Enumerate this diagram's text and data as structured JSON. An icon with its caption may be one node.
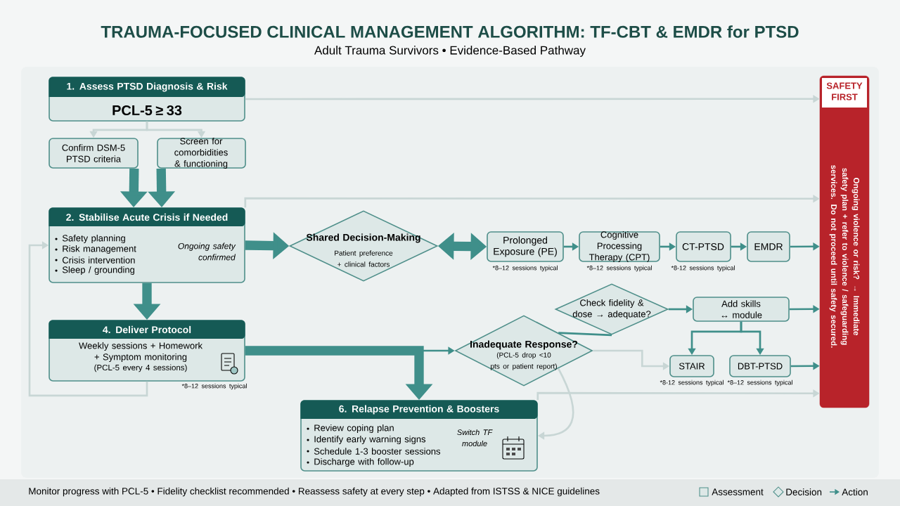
{
  "diagram": {
    "title": "TRAUMA-FOCUSED CLINICAL MANAGEMENT ALGORITHM: TF-CBT & EMDR for PTSD",
    "nodes": [
      {
        "text": [
          "1. Assess PTSD Diagnosis & Risk",
          "PCL-5 ≥ 33"
        ]
      },
      {
        "text": [
          "Confirm DSM-5 PTSD criteria"
        ]
      },
      {
        "text": [
          "Screen for comorbidities & functioning"
        ]
      },
      {
        "text": [
          "2. Stabilise Acute Crisis if Needed",
          "Safety planning",
          "Risk management",
          "Crisis intervention",
          "Sleep / grounding",
          "Ongoing safety confirmed"
        ]
      },
      {
        "text": [
          "Shared Decision-Making",
          "Patient preference + clinical factors"
        ]
      },
      {
        "text": [
          "Prolonged Exposure (PE)"
        ],
        "beside": [
          "*8–12 sessions typical"
        ]
      },
      {
        "text": [
          "Cognitive Processing Therapy (CPT)"
        ],
        "beside": [
          "*8–12 sessions typical"
        ]
      },
      {
        "text": [
          "CT-PTSD"
        ],
        "beside": [
          "*8-12 sessions typical"
        ]
      },
      {
        "text": [
          "EMDR"
        ]
      },
      {
        "text": [
          "4. Deliver Protocol",
          "Weekly sessions + Homework + Symptom monitoring",
          "(PCL-5 every 4 sessions)"
        ],
        "beside": [
          "*8–12 sessions typical"
        ]
      },
      {
        "text": [
          "Inadequate Response?",
          "(PCL-5 drop <10 pts or patient report)"
        ]
      },
      {
        "text": [
          "Check fidelity & dose → adequate?"
        ]
      },
      {
        "text": [
          "Add skills ↔ module"
        ]
      },
      {
        "text": [
          "STAIR"
        ],
        "beside": [
          "*8-12 sessions typical"
        ]
      },
      {
        "text": [
          "DBT-PTSD"
        ],
        "beside": [
          "*8–12 sessions typical"
        ]
      },
      {
        "text": [
          "6. Relapse Prevention & Boosters",
          "Review coping plan",
          "Identify early warning signs",
          "Schedule 1-3 booster sessions",
          "Discharge with follow-up",
          "Switch TF module"
        ]
      },
      {
        "text": [
          "SAFETY FIRST",
          "Ongoing violence or risk? → Immediate safety plan + refer to violence / safeguarding services. Do not proceed until safety secured."
        ]
      }
    ],
    "edges": [
      {
        "from": 0,
        "to": 16,
        "arrow": "to",
        "color": "#c8d6d5"
      },
      {
        "from": 0,
        "to": 1,
        "arrow": "to",
        "color": "#c8d6d5"
      },
      {
        "from": 0,
        "to": 2,
        "arrow": "to",
        "color": "#c8d6d5"
      },
      {
        "from": 1,
        "to": 3,
        "arrow": "to",
        "style": "thick"
      },
      {
        "from": 2,
        "to": 3,
        "arrow": "to",
        "style": "thick"
      },
      {
        "from": 3,
        "to": 16,
        "arrow": "to",
        "color": "#c8d6d5"
      },
      {
        "from": 3,
        "to": 4,
        "arrow": "to",
        "style": "thick"
      },
      {
        "from": 4,
        "to": 5,
        "arrow": "both",
        "style": "thick"
      },
      {
        "from": 5,
        "to": 6,
        "arrow": "to"
      },
      {
        "from": 6,
        "to": 7,
        "arrow": "to"
      },
      {
        "from": 7,
        "to": 8,
        "arrow": "to"
      },
      {
        "from": 8,
        "to": 16,
        "arrow": "to"
      },
      {
        "from": 3,
        "to": 9,
        "arrow": "to",
        "style": "thick"
      },
      {
        "from": 9,
        "to": 10,
        "arrow": "to"
      },
      {
        "from": 9,
        "to": 15,
        "arrow": "to",
        "style": "thick"
      },
      {
        "from": 10,
        "to": 11,
        "arrow": "none"
      },
      {
        "from": 11,
        "to": 12,
        "arrow": "to"
      },
      {
        "from": 12,
        "to": 16,
        "arrow": "to"
      },
      {
        "from": 12,
        "to": 13,
        "arrow": "to"
      },
      {
        "from": 12,
        "to": 14,
        "arrow": "to"
      },
      {
        "from": 10,
        "to": 13,
        "arrow": "to",
        "color": "#c8d6d5"
      },
      {
        "from": 14,
        "to": 16,
        "arrow": "to"
      },
      {
        "from": 15,
        "to": 16,
        "arrow": "to",
        "color": "#c8d6d5"
      },
      {
        "from": 10,
        "to": 15,
        "arrow": "to",
        "color": "#c8d6d5"
      },
      {
        "from": 9,
        "to": 3,
        "arrow": "to",
        "color": "#c8d6d5"
      }
    ],
    "labels": [
      "Adult Trauma Survivors • Evidence-Based Pathway",
      "Monitor progress with PCL-5 • Fidelity checklist recommended • Reassess safety at every step • Adapted from ISTSS & NICE guidelines"
    ],
    "legend": [
      {
        "text": "Assessment"
      },
      {
        "text": "Decision"
      },
      {
        "text": "Action"
      }
    ]
  }
}
